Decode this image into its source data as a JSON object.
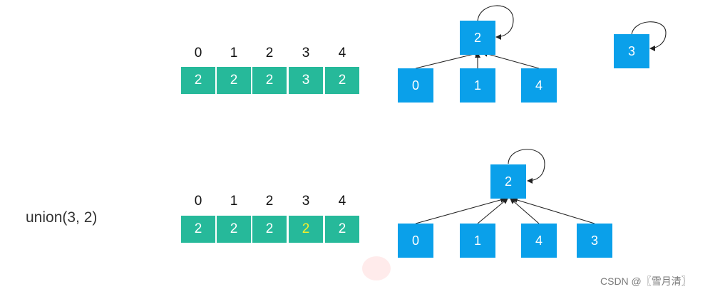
{
  "panel1": {
    "indices": [
      "0",
      "1",
      "2",
      "3",
      "4"
    ],
    "parents": [
      "2",
      "2",
      "2",
      "3",
      "2"
    ],
    "tree_a": {
      "root": "2",
      "children": [
        "0",
        "1",
        "4"
      ]
    },
    "tree_b": {
      "root": "3"
    }
  },
  "panel2": {
    "operation": "union(3, 2)",
    "indices": [
      "0",
      "1",
      "2",
      "3",
      "4"
    ],
    "parents": [
      "2",
      "2",
      "2",
      "2",
      "2"
    ],
    "highlight_index": 3,
    "tree": {
      "root": "2",
      "children": [
        "0",
        "1",
        "4",
        "3"
      ]
    }
  },
  "colors": {
    "array_cell": "#26b99a",
    "node": "#0aa0ea",
    "highlight_text": "#f5ef2a"
  },
  "watermark": "CSDN @〖雪月清〗"
}
